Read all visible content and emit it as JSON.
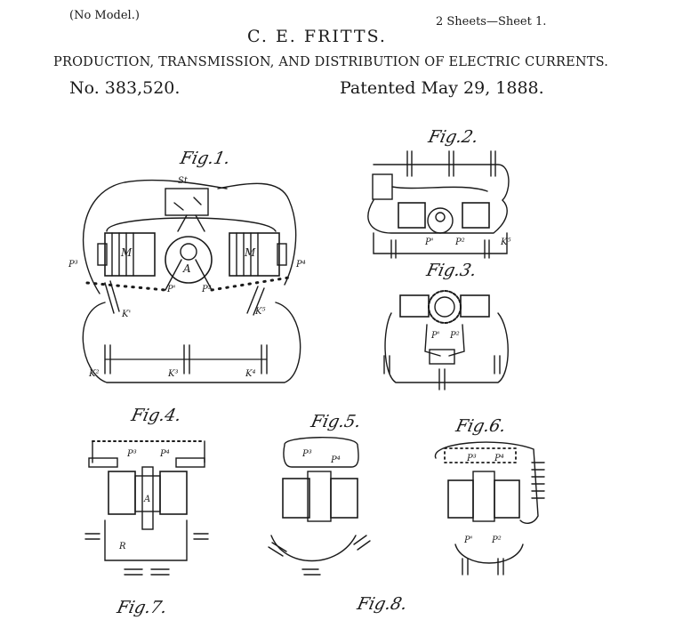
{
  "header": {
    "no_model": "(No Model.)",
    "sheets": "2 Sheets—Sheet 1.",
    "inventor": "C. E. FRITTS.",
    "title": "PRODUCTION, TRANSMISSION, AND DISTRIBUTION OF ELECTRIC CURRENTS.",
    "patent_no": "No. 383,520.",
    "patented": "Patented May 29, 1888."
  },
  "figures": {
    "fig1": "Fig.1.",
    "fig2": "Fig.2.",
    "fig3": "Fig.3.",
    "fig4": "Fig.4.",
    "fig5": "Fig.5.",
    "fig6": "Fig.6.",
    "fig7": "Fig.7.",
    "fig8": "Fig.8."
  },
  "parts": {
    "st": "St",
    "p1": "P'",
    "p2": "P²",
    "p3": "P³",
    "p4": "P⁴",
    "m": "M",
    "a": "A",
    "k1": "K'",
    "k2": "K²",
    "k3": "K³",
    "k4": "K⁴",
    "k5": "K⁵",
    "r": "R"
  },
  "colors": {
    "ink": "#1a1a1a",
    "paper": "#ffffff"
  }
}
